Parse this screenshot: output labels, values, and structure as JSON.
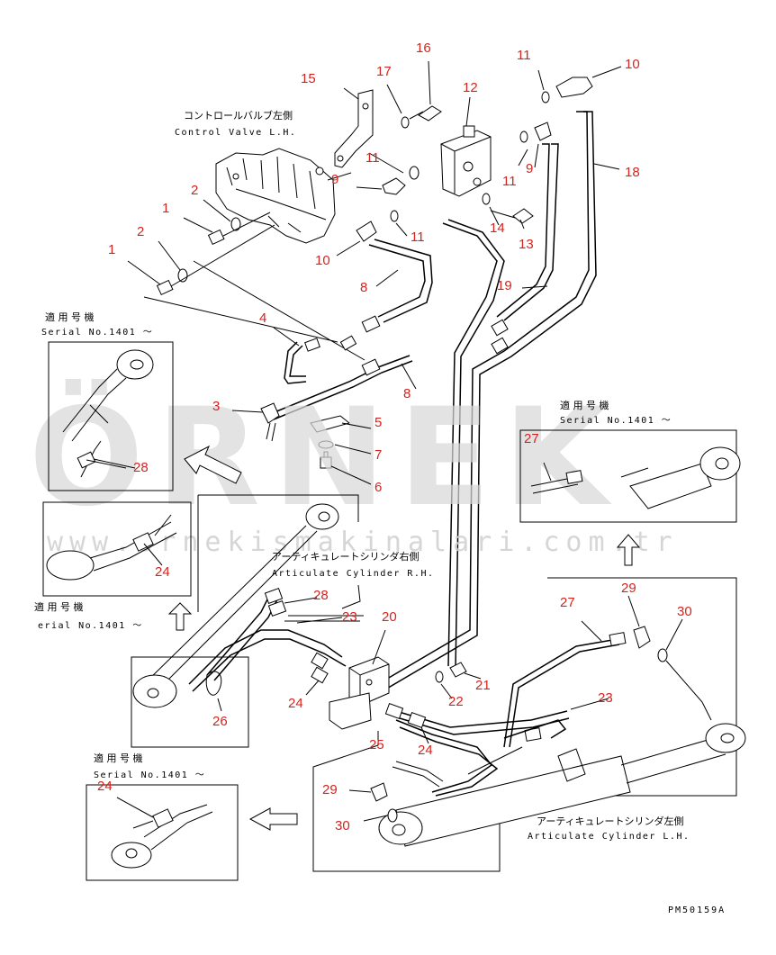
{
  "labels": {
    "control_valve_jp": "コントロールバルブ左側",
    "control_valve_en": "Control Valve L.H.",
    "articulate_rh_jp": "アーティキュレートシリンダ右側",
    "articulate_rh_en": "Articulate Cylinder R.H.",
    "articulate_lh_jp": "アーティキュレートシリンダ左側",
    "articulate_lh_en": "Articulate Cylinder L.H.",
    "applicable_jp": "適 用 号 機",
    "serial_full": "Serial No.1401 ～",
    "serial_cut": "erial No.1401 ～",
    "drawing_code": "PM50159A"
  },
  "watermark": {
    "brand": "ÖRNEK",
    "url": "www.ornekismakinalari.com.tr"
  },
  "callouts": [
    {
      "text": "1"
    },
    {
      "text": "1"
    },
    {
      "text": "2"
    },
    {
      "text": "2"
    },
    {
      "text": "3"
    },
    {
      "text": "4"
    },
    {
      "text": "5"
    },
    {
      "text": "6"
    },
    {
      "text": "7"
    },
    {
      "text": "8"
    },
    {
      "text": "8"
    },
    {
      "text": "9"
    },
    {
      "text": "9"
    },
    {
      "text": "10"
    },
    {
      "text": "10"
    },
    {
      "text": "11"
    },
    {
      "text": "11"
    },
    {
      "text": "11"
    },
    {
      "text": "11"
    },
    {
      "text": "12"
    },
    {
      "text": "13"
    },
    {
      "text": "14"
    },
    {
      "text": "15"
    },
    {
      "text": "16"
    },
    {
      "text": "17"
    },
    {
      "text": "18"
    },
    {
      "text": "19"
    },
    {
      "text": "20"
    },
    {
      "text": "21"
    },
    {
      "text": "22"
    },
    {
      "text": "23"
    },
    {
      "text": "23"
    },
    {
      "text": "24"
    },
    {
      "text": "24"
    },
    {
      "text": "24"
    },
    {
      "text": "24"
    },
    {
      "text": "25"
    },
    {
      "text": "26"
    },
    {
      "text": "27"
    },
    {
      "text": "27"
    },
    {
      "text": "28"
    },
    {
      "text": "28"
    },
    {
      "text": "29"
    },
    {
      "text": "29"
    },
    {
      "text": "30"
    },
    {
      "text": "30"
    }
  ],
  "colors": {
    "callout": "#d4241f",
    "line": "#000000",
    "watermark": "#d8d8d8"
  }
}
